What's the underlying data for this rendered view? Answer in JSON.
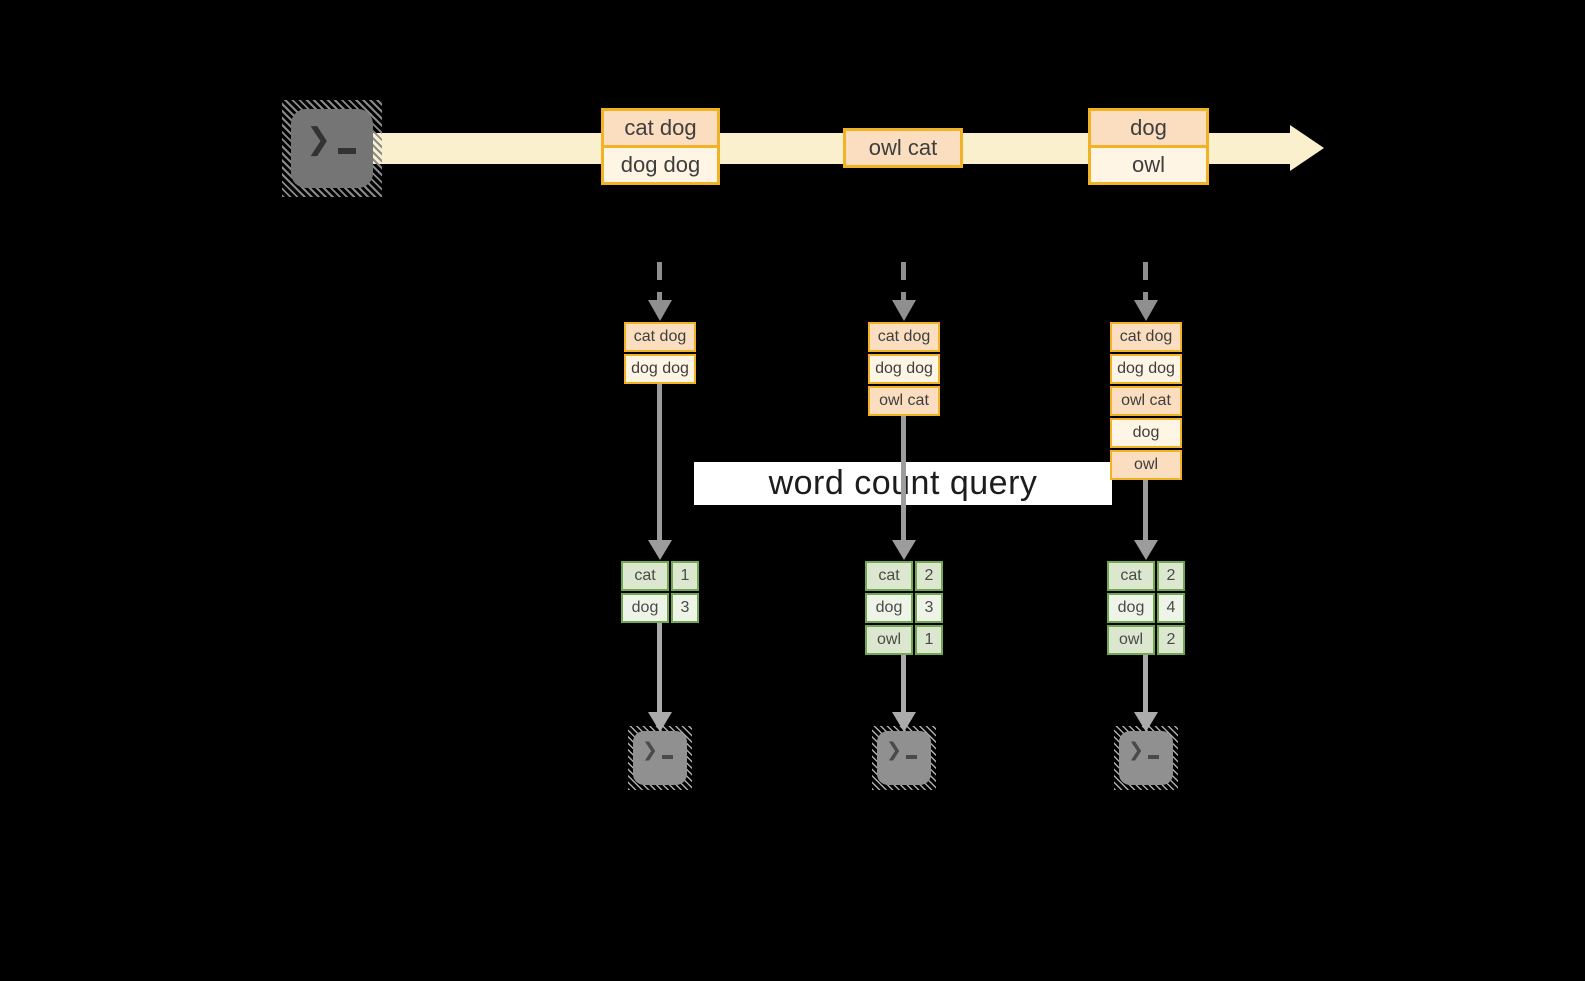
{
  "colors": {
    "band": "#FBF0CD",
    "orange": "#F1B325",
    "peach": "#FBDEC0",
    "cream": "#FEF5E4",
    "green": "#71A850",
    "green-fill-a": "#DBE8CF",
    "green-fill-b": "#EEF4E7",
    "gray-arrow": "#9C9C9C",
    "gray-dash": "#8F8F8F",
    "gray-arrow-light": "#ABABAB",
    "term-fill": "#757575",
    "term-fill-light": "#909090",
    "hatch": "#8A8A8A",
    "text-dark": "#3E3E3E",
    "banner-text": "#1C1C1C",
    "white": "#FFFFFF",
    "bg": "#000000"
  },
  "terminal": {
    "prompt": "❯"
  },
  "stream": {
    "groups": [
      {
        "items": [
          "cat dog",
          "dog dog"
        ]
      },
      {
        "items": [
          "owl cat"
        ]
      },
      {
        "items": [
          "dog",
          "owl"
        ]
      }
    ]
  },
  "query": {
    "label": "word count query"
  },
  "columns": [
    {
      "buffer": [
        "cat dog",
        "dog dog"
      ],
      "counts": [
        {
          "word": "cat",
          "count": 1
        },
        {
          "word": "dog",
          "count": 3
        }
      ]
    },
    {
      "buffer": [
        "cat dog",
        "dog dog",
        "owl cat"
      ],
      "counts": [
        {
          "word": "cat",
          "count": 2
        },
        {
          "word": "dog",
          "count": 3
        },
        {
          "word": "owl",
          "count": 1
        }
      ]
    },
    {
      "buffer": [
        "cat dog",
        "dog dog",
        "owl cat",
        "dog",
        "owl"
      ],
      "counts": [
        {
          "word": "cat",
          "count": 2
        },
        {
          "word": "dog",
          "count": 4
        },
        {
          "word": "owl",
          "count": 2
        }
      ]
    }
  ]
}
